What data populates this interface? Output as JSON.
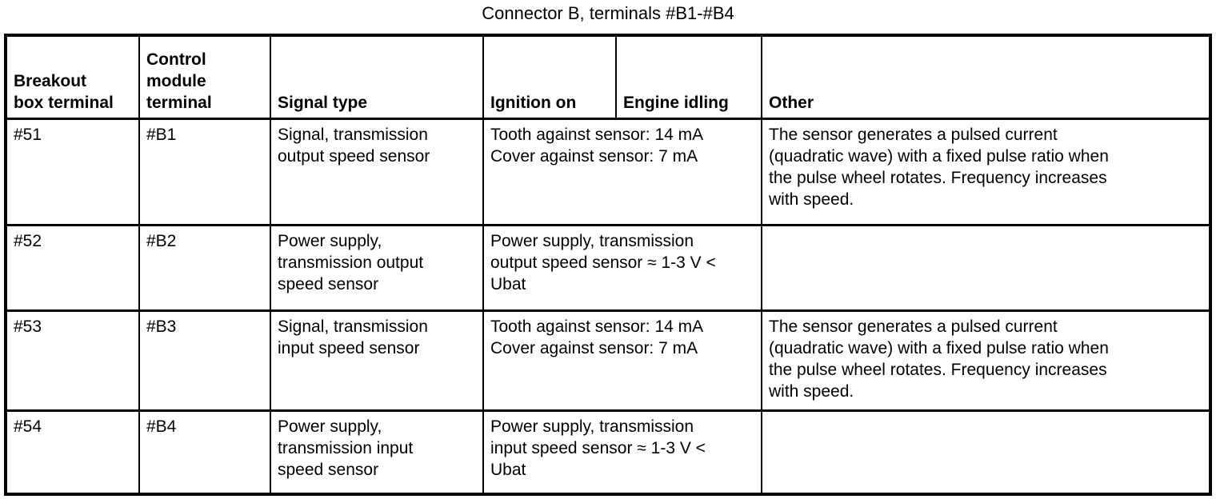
{
  "page": {
    "title": "Connector B, terminals #B1-#B4"
  },
  "table": {
    "headers": [
      "Breakout\nbox terminal",
      "Control\nmodule\nterminal",
      "Signal type",
      "Ignition on",
      "Engine idling",
      "Other"
    ],
    "rows": [
      {
        "breakout_box_terminal": "#51",
        "control_module_terminal": "#B1",
        "signal_type": "Signal, transmission\noutput speed sensor",
        "measurement": "Tooth against sensor: 14 mA\nCover against sensor: 7 mA",
        "other": "The sensor generates a pulsed current\n(quadratic wave) with a fixed pulse ratio when\nthe pulse wheel rotates. Frequency increases\nwith speed."
      },
      {
        "breakout_box_terminal": "#52",
        "control_module_terminal": "#B2",
        "signal_type": "Power supply,\ntransmission output\nspeed sensor",
        "measurement": "Power supply, transmission\noutput speed sensor ≈ 1-3 V <\nUbat",
        "other": ""
      },
      {
        "breakout_box_terminal": "#53",
        "control_module_terminal": "#B3",
        "signal_type": "Signal, transmission\ninput speed sensor",
        "measurement": "Tooth against sensor: 14 mA\nCover against sensor: 7 mA",
        "other": "The sensor generates a pulsed current\n(quadratic wave) with a fixed pulse ratio when\nthe pulse wheel rotates. Frequency increases\nwith speed."
      },
      {
        "breakout_box_terminal": "#54",
        "control_module_terminal": "#B4",
        "signal_type": "Power supply,\ntransmission input\nspeed sensor",
        "measurement": "Power supply, transmission\ninput speed sensor ≈ 1-3 V <\nUbat",
        "other": ""
      }
    ]
  }
}
